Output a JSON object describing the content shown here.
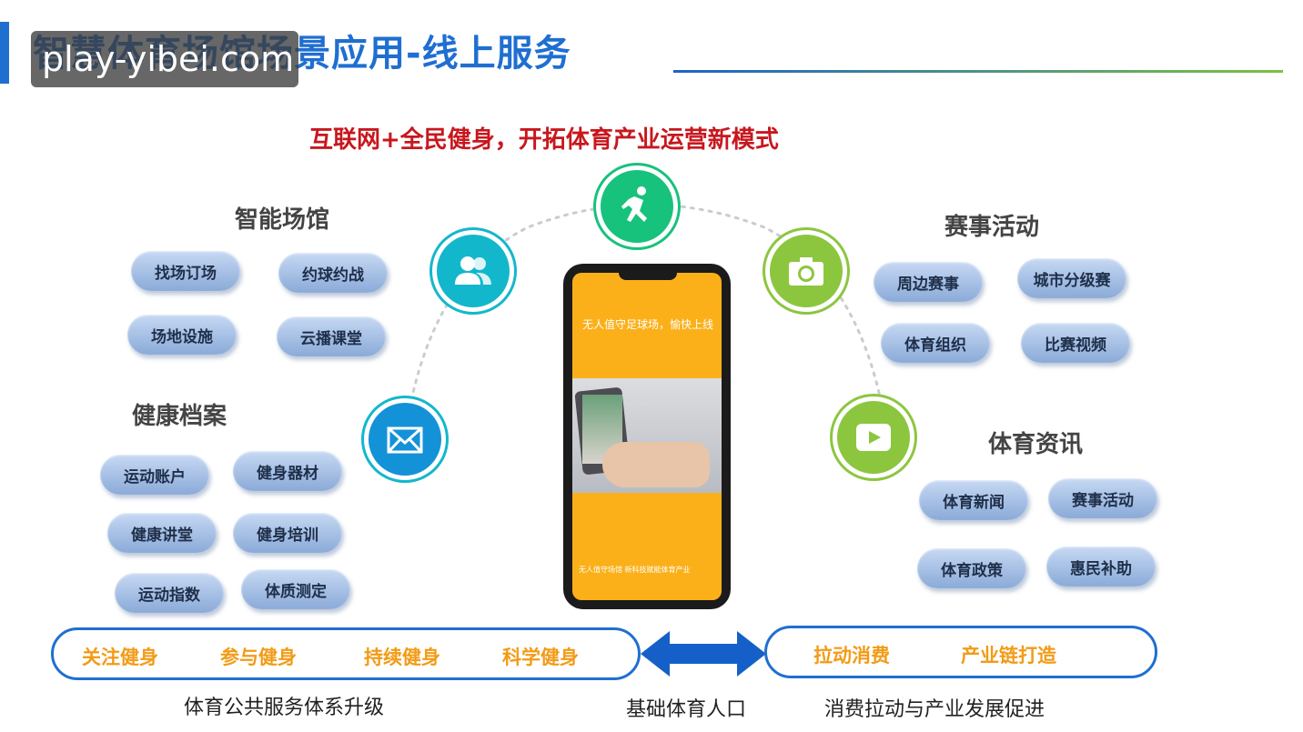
{
  "header": {
    "title": "智慧体育场馆场景应用-线上服务",
    "watermark": "play-yibei.com"
  },
  "slogan": "互联网+全民健身，开拓体育产业运营新模式",
  "sections": {
    "smart_venue": {
      "title": "智能场馆",
      "items": [
        "找场订场",
        "约球约战",
        "场地设施",
        "云播课堂"
      ]
    },
    "health_records": {
      "title": "健康档案",
      "items": [
        "运动账户",
        "健身器材",
        "健康讲堂",
        "健身培训",
        "运动指数",
        "体质测定"
      ]
    },
    "events": {
      "title": "赛事活动",
      "items": [
        "周边赛事",
        "城市分级赛",
        "体育组织",
        "比赛视频"
      ]
    },
    "sports_news": {
      "title": "体育资讯",
      "items": [
        "体育新闻",
        "赛事活动",
        "体育政策",
        "惠民补助"
      ]
    }
  },
  "icons": [
    "users-icon",
    "running-man-icon",
    "camera-icon",
    "mail-icon",
    "play-icon"
  ],
  "colors": {
    "accent": "#1f6fd1",
    "slogan": "#c8171e",
    "orange": "#f29b16",
    "teal": "#13b7cc",
    "green": "#17c27c",
    "lime": "#8cc63f"
  },
  "phone": {
    "top_text": "无人值守足球场，愉快上线",
    "bottom_text": "无人值守场馆 新科技赋能体育产业"
  },
  "bottom": {
    "left_items": [
      "关注健身",
      "参与健身",
      "持续健身",
      "科学健身"
    ],
    "right_items": [
      "拉动消费",
      "产业链打造"
    ],
    "left_caption": "体育公共服务体系升级",
    "center_caption": "基础体育人口",
    "right_caption": "消费拉动与产业发展促进"
  }
}
